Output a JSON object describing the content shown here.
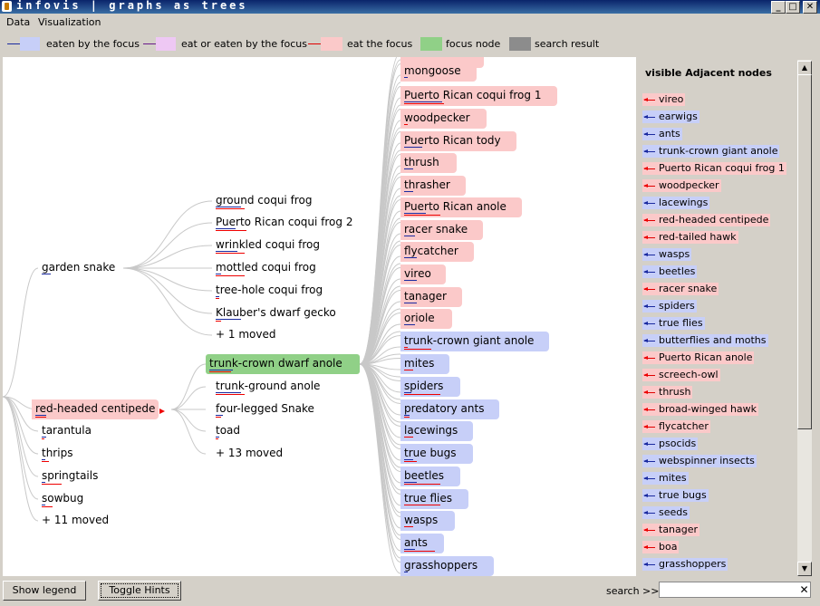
{
  "window": {
    "title": "infovis | graphs as trees",
    "buttons": [
      "_",
      "□",
      "✕"
    ]
  },
  "menu": [
    "Data",
    "Visualization"
  ],
  "legend": {
    "eaten_by_focus": "eaten by the focus",
    "eat_or_eaten": "eat or eaten by the focus",
    "eat_the_focus": "eat the focus",
    "focus_node": "focus node",
    "search_result": "search result"
  },
  "colors": {
    "red": "#fbc9c9",
    "blue": "#c7cff8",
    "purple": "#eec8f4",
    "green": "#90d087",
    "grey": "#8c8c8c",
    "red_line": "#e00000",
    "blue_line": "#1a2aa0"
  },
  "graph": {
    "col1": [
      "garden snake",
      "red-headed centipede",
      "tarantula",
      "thrips",
      "springtails",
      "sowbug",
      "+ 11 moved"
    ],
    "col2a": [
      "ground coqui frog",
      "Puerto Rican coqui frog 2",
      "wrinkled coqui frog",
      "mottled coqui frog",
      "tree-hole coqui frog",
      "Klauber's dwarf gecko",
      "+ 1 moved"
    ],
    "col2b": [
      "trunk-crown dwarf anole",
      "trunk-ground anole",
      "four-legged Snake",
      "toad",
      "+ 13 moved"
    ],
    "col3_red": [
      "mongoose",
      "Puerto Rican coqui frog 1",
      "woodpecker",
      "Puerto Rican tody",
      "thrush",
      "thrasher",
      "Puerto Rican anole",
      "racer snake",
      "flycatcher",
      "vireo",
      "tanager",
      "oriole"
    ],
    "col3_blue": [
      "trunk-crown giant anole",
      "mites",
      "spiders",
      "predatory ants",
      "lacewings",
      "true bugs",
      "beetles",
      "true flies",
      "wasps",
      "ants",
      "grasshoppers"
    ]
  },
  "side": {
    "header": "visible Adjacent nodes",
    "items": [
      {
        "label": "vireo",
        "kind": "red"
      },
      {
        "label": "earwigs",
        "kind": "blue"
      },
      {
        "label": "ants",
        "kind": "blue"
      },
      {
        "label": "trunk-crown giant anole",
        "kind": "blue"
      },
      {
        "label": "Puerto Rican coqui frog 1",
        "kind": "red"
      },
      {
        "label": "woodpecker",
        "kind": "red"
      },
      {
        "label": "lacewings",
        "kind": "blue"
      },
      {
        "label": "red-headed centipede",
        "kind": "red"
      },
      {
        "label": "red-tailed hawk",
        "kind": "red"
      },
      {
        "label": "wasps",
        "kind": "blue"
      },
      {
        "label": "beetles",
        "kind": "blue"
      },
      {
        "label": "racer snake",
        "kind": "red"
      },
      {
        "label": "spiders",
        "kind": "blue"
      },
      {
        "label": "true flies",
        "kind": "blue"
      },
      {
        "label": "butterflies and moths",
        "kind": "blue"
      },
      {
        "label": "Puerto Rican anole",
        "kind": "red"
      },
      {
        "label": "screech-owl",
        "kind": "red"
      },
      {
        "label": "thrush",
        "kind": "red"
      },
      {
        "label": "broad-winged hawk",
        "kind": "red"
      },
      {
        "label": "flycatcher",
        "kind": "red"
      },
      {
        "label": "psocids",
        "kind": "blue"
      },
      {
        "label": "webspinner insects",
        "kind": "blue"
      },
      {
        "label": "mites",
        "kind": "blue"
      },
      {
        "label": "true bugs",
        "kind": "blue"
      },
      {
        "label": "seeds",
        "kind": "blue"
      },
      {
        "label": "tanager",
        "kind": "red"
      },
      {
        "label": "boa",
        "kind": "red"
      },
      {
        "label": "grasshoppers",
        "kind": "blue"
      }
    ]
  },
  "bottom": {
    "show_legend": "Show legend",
    "toggle_hints": "Toggle Hints",
    "search_label": "search >>",
    "search_value": "",
    "clear_icon": "✕"
  }
}
